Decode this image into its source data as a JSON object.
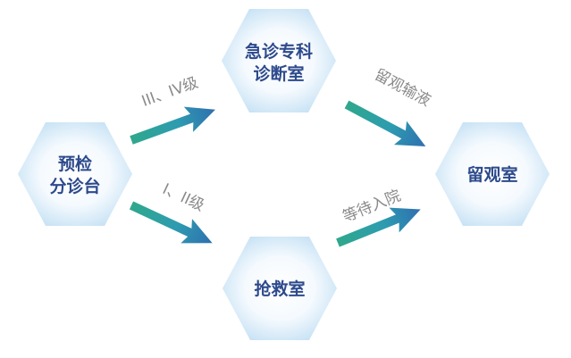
{
  "nodes": {
    "triage": {
      "line1": "预检",
      "line2": "分诊台"
    },
    "specialty": {
      "line1": "急诊专科",
      "line2": "诊断室"
    },
    "rescue": {
      "line1": "抢救室"
    },
    "observation": {
      "line1": "留观室"
    }
  },
  "edges": {
    "triage_to_specialty": "III、IV级",
    "triage_to_rescue": "I、II级",
    "specialty_to_observation": "留观输液",
    "rescue_to_observation": "等待入院"
  },
  "colors": {
    "node_text": "#2d4a8c",
    "node_edge": "#cfe6f6",
    "arrow_start": "#2fa88c",
    "arrow_end": "#2f6fb0",
    "edge_text": "#8a8a8a"
  }
}
